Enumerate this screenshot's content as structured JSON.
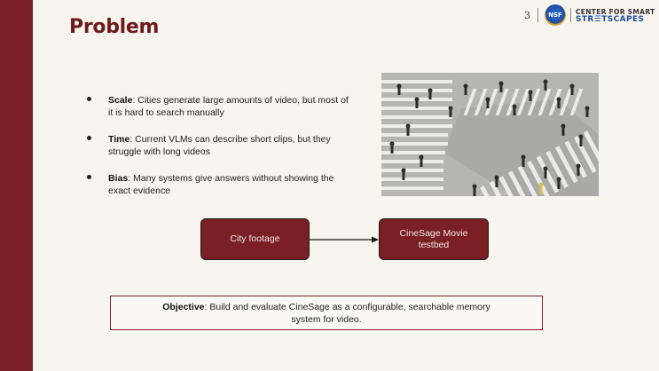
{
  "slide": {
    "title": "Problem",
    "page_number": "3"
  },
  "logos": {
    "nsf_text": "NSF",
    "center_line1": "CENTER FOR SMART",
    "center_line2": "STR☰TSCAPES"
  },
  "bullets": [
    {
      "label": "Scale",
      "text": ": Cities generate large amounts of video, but most of it is hard to search manually"
    },
    {
      "label": "Time",
      "text": ": Current VLMs can describe short clips, but they struggle with long videos"
    },
    {
      "label": "Bias",
      "text": ": Many systems give answers without showing the exact evidence"
    }
  ],
  "diagram": {
    "box1": "City footage",
    "box2_line1": "CineSage Movie",
    "box2_line2": "testbed"
  },
  "objective": {
    "label": "Objective",
    "line1": ": Build and evaluate CineSage as a configurable, searchable memory",
    "line2": "system for video."
  },
  "colors": {
    "accent": "#7a1f23",
    "background": "#f8f4ee",
    "title": "#6e1a1d"
  },
  "icons": {
    "logo": "nsf-logo",
    "brand": "center-for-smart-streetscapes-logo",
    "photo": "crosswalk-photo"
  }
}
